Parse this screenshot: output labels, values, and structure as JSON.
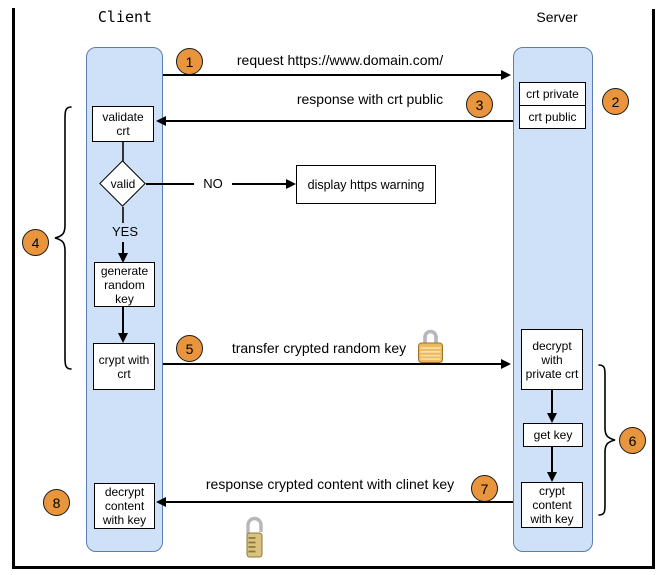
{
  "client": {
    "title": "Client",
    "nodes": {
      "validate": "validate crt",
      "generate": "generate random key",
      "crypt_with_crt": "crypt with crt",
      "decrypt_content": "decrypt content with key"
    }
  },
  "server": {
    "title": "Server",
    "nodes": {
      "crt_private": "crt private",
      "crt_public": "crt public",
      "decrypt_private": "decrypt with private crt",
      "get_key": "get key",
      "crypt_content": "crypt content with key"
    }
  },
  "decision": {
    "label": "valid",
    "no": "NO",
    "yes": "YES",
    "warning": "display https warning"
  },
  "steps": {
    "s1": "1",
    "s2": "2",
    "s3": "3",
    "s4": "4",
    "s5": "5",
    "s6": "6",
    "s7": "7",
    "s8": "8"
  },
  "messages": {
    "request": "request https://www.domain.com/",
    "response_public": "response with crt public",
    "transfer_key": "transfer crypted random key",
    "response_content": "response crypted content with clinet key"
  },
  "icons": {
    "lock_closed": "closed-padlock",
    "lock_open": "open-padlock"
  },
  "colors": {
    "lane_fill": "#cfe1f9",
    "lane_border": "#5a7fae",
    "circle_fill": "#e9953e",
    "line": "#000000"
  }
}
